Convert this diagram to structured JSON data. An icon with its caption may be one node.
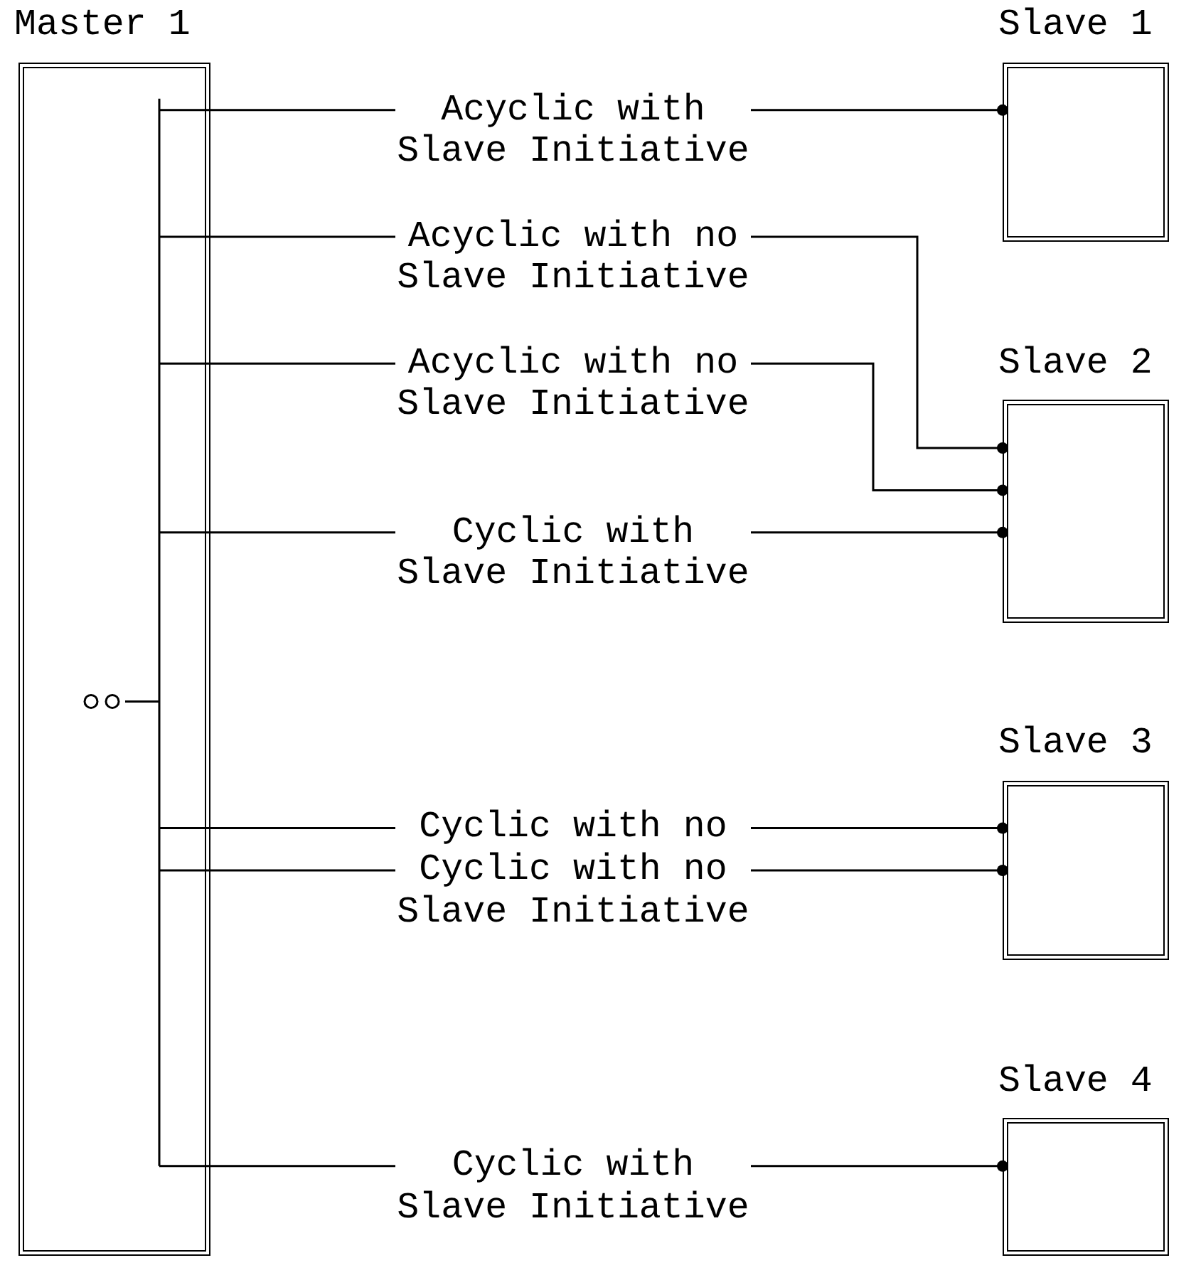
{
  "diagram": {
    "nodes": [
      {
        "text": [
          "Master 1"
        ]
      },
      {
        "text": [
          "Slave 1"
        ]
      },
      {
        "text": [
          "Slave 2"
        ]
      },
      {
        "text": [
          "Slave 3"
        ]
      },
      {
        "text": [
          "Slave 4"
        ]
      }
    ],
    "edges": [
      {
        "from": 0,
        "to": 1,
        "arrow": "other",
        "label": "Acyclic with Slave Initiative"
      },
      {
        "from": 0,
        "to": 2,
        "arrow": "other",
        "label": "Acyclic with no Slave Initiative"
      },
      {
        "from": 0,
        "to": 2,
        "arrow": "other",
        "label": "Acyclic with no Slave Initiative"
      },
      {
        "from": 0,
        "to": 2,
        "arrow": "other",
        "label": "Cyclic with Slave Initiative"
      },
      {
        "from": 0,
        "to": 3,
        "arrow": "other",
        "label": "Cyclic with no"
      },
      {
        "from": 0,
        "to": 3,
        "arrow": "other",
        "label": "Cyclic with no Slave Initiative"
      },
      {
        "from": 0,
        "to": 4,
        "arrow": "other",
        "label": "Cyclic with Slave Initiative"
      }
    ]
  }
}
